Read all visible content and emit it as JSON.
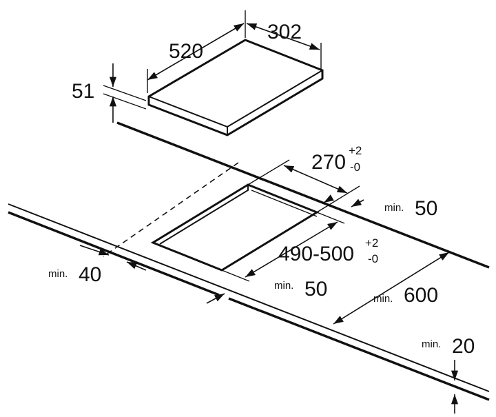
{
  "hob": {
    "width": "520",
    "depth": "302",
    "height": "51"
  },
  "cutout": {
    "depth_value": "270",
    "depth_tol_plus": "+2",
    "depth_tol_minus": "-0",
    "width_value": "490-500",
    "width_tol_plus": "+2",
    "width_tol_minus": "-0"
  },
  "clearances": {
    "rear": {
      "prefix": "min.",
      "value": "50"
    },
    "side_left": {
      "prefix": "min.",
      "value": "40"
    },
    "side_front": {
      "prefix": "min.",
      "value": "50"
    },
    "below": {
      "prefix": "min.",
      "value": "600"
    },
    "worktop": {
      "prefix": "min.",
      "value": "20"
    }
  }
}
